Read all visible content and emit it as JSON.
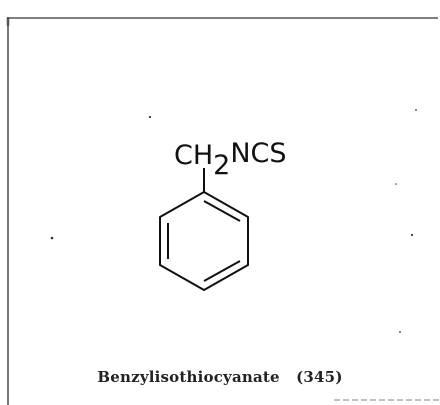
{
  "structure": {
    "substituent_main": "CH",
    "substituent_sub": "2",
    "substituent_tail": "NCS"
  },
  "caption": {
    "name": "Benzylisothiocyanate",
    "number": "(345)"
  },
  "colors": {
    "ink": "#111111",
    "frame": "#555555",
    "background": "#ffffff"
  }
}
